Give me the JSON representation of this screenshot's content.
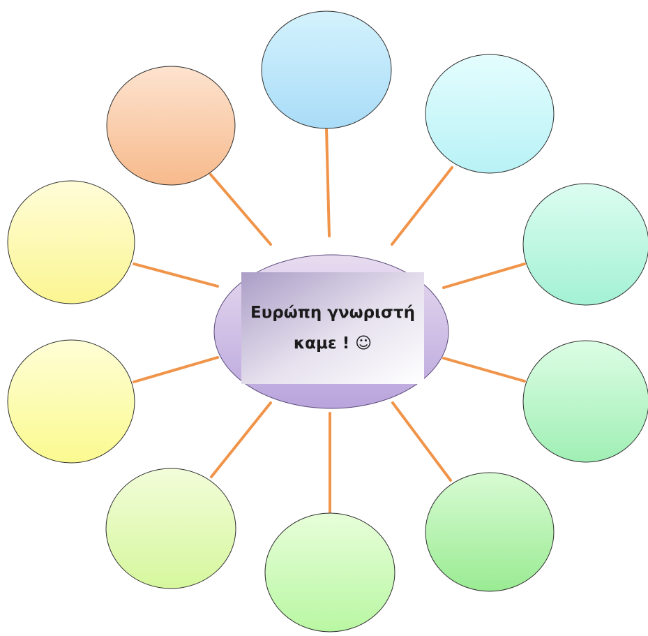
{
  "diagram": {
    "type": "bubble-map",
    "center": {
      "text": "Ευρώπη γνωριστήκαμε ! ☺"
    },
    "bubble_count": 10,
    "connector_color": "#f0944a",
    "center_fill_colors": [
      "#e8dcf0",
      "#b9a4dc"
    ],
    "bubbles": [
      {
        "label": "",
        "colors": [
          "#a9dcf8",
          "#d4f2fd"
        ]
      },
      {
        "label": "",
        "colors": [
          "#b8f2f6",
          "#e4fdfe"
        ]
      },
      {
        "label": "",
        "colors": [
          "#a3f1d5",
          "#dcfdf1"
        ]
      },
      {
        "label": "",
        "colors": [
          "#a0efb5",
          "#dcfde4"
        ]
      },
      {
        "label": "",
        "colors": [
          "#9aeb93",
          "#d8fbd3"
        ]
      },
      {
        "label": "",
        "colors": [
          "#b9f7a3",
          "#e7fed9"
        ]
      },
      {
        "label": "",
        "colors": [
          "#d6f79d",
          "#f2fdd9"
        ]
      },
      {
        "label": "",
        "colors": [
          "#fbfa90",
          "#fefed6"
        ]
      },
      {
        "label": "",
        "colors": [
          "#fbf592",
          "#fffdd8"
        ]
      },
      {
        "label": "",
        "colors": [
          "#f7ba8c",
          "#fde3cf"
        ]
      }
    ]
  }
}
